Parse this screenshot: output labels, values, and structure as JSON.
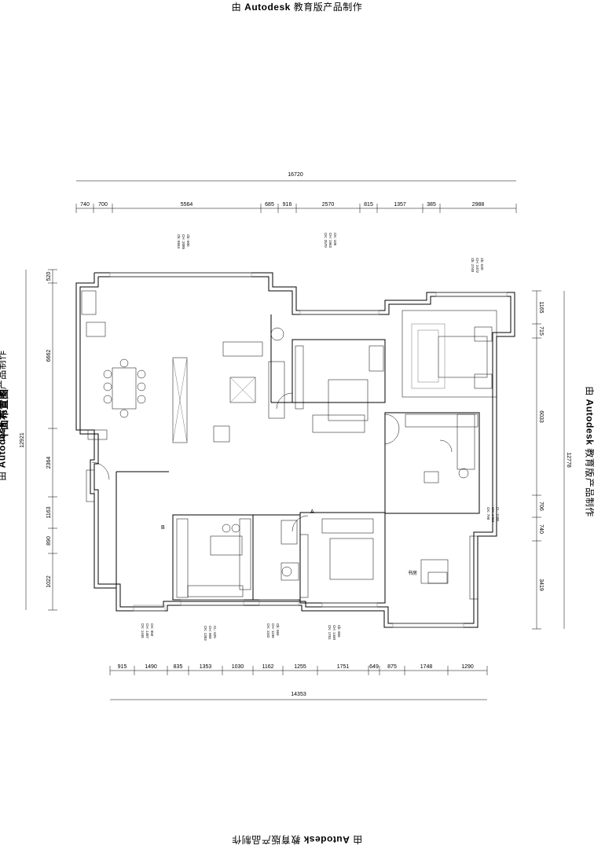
{
  "watermark": {
    "prefix": "由",
    "brand": "Autodesk",
    "suffix": "教育版产品制作"
  },
  "dimensions": {
    "top_total": "16720",
    "top_segments": [
      "740",
      "700",
      "5564",
      "685",
      "916",
      "2570",
      "815",
      "1357",
      "385",
      "2988"
    ],
    "bottom_total": "14353",
    "bottom_segments": [
      "915",
      "1490",
      "835",
      "1353",
      "1030",
      "1162",
      "1255",
      "1751",
      "649",
      "875",
      "1748",
      "1290"
    ],
    "left_total": "12921",
    "left_segments": [
      "520",
      "6662",
      "2364",
      "1163",
      "890",
      "1022"
    ],
    "right_total": "12778",
    "right_segments": [
      "1165",
      "715",
      "6033",
      "706",
      "740",
      "3419"
    ]
  },
  "window_notes": {
    "top_a": [
      "Ck: 5564",
      "CH: 2085",
      "Ck: 600"
    ],
    "top_b": [
      "CK: 2570",
      "CH: 1963",
      "CK: 100"
    ],
    "top_c": [
      "Ck: 2748",
      "CH: 2472",
      "Ck: 620"
    ],
    "right_a": [
      "CK: 790",
      "CH: 1460",
      "CL: 1100"
    ],
    "bottom_a": [
      "CK: 1445",
      "CH: 1487",
      "CK: 950"
    ],
    "bottom_b": [
      "CK: 1353",
      "CH: 950",
      "CL: 625"
    ],
    "bottom_c": [
      "CK: 1162",
      "CH: 1196",
      "Ck: 969"
    ],
    "bottom_d": [
      "CK: 1751",
      "CH: 1440",
      "Ck: 959"
    ]
  },
  "labels": {
    "room_b": "B",
    "room_a": "A",
    "study": "书房"
  },
  "left_title": "平面布置图"
}
